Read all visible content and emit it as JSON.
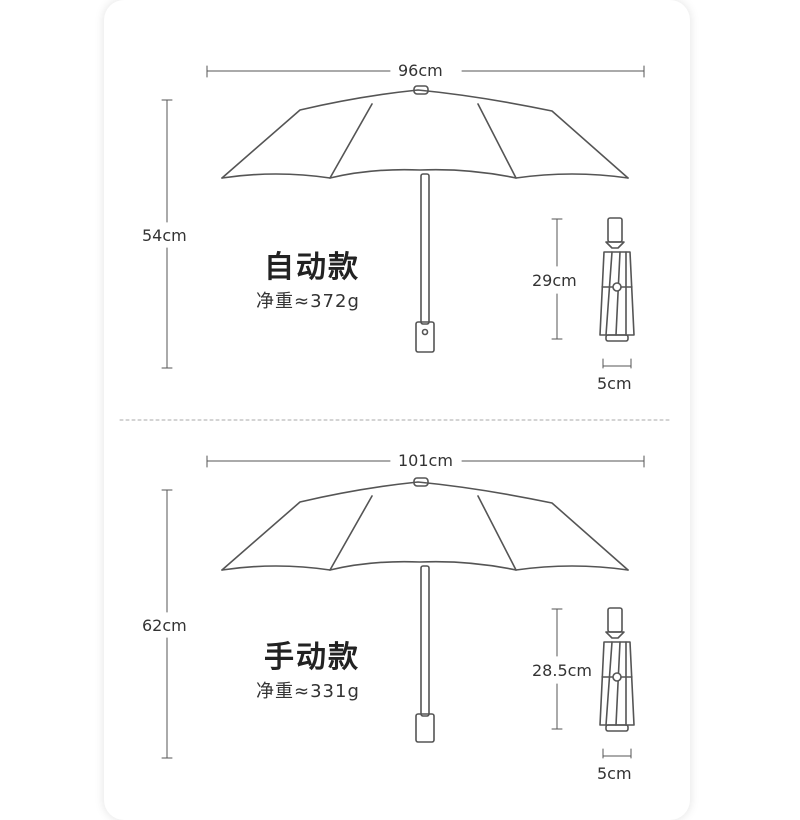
{
  "auto": {
    "width": "96cm",
    "height": "54cm",
    "title": "自动款",
    "weight": "净重≈372g",
    "folded_length": "29cm",
    "folded_width": "5cm"
  },
  "manual": {
    "width": "101cm",
    "height": "62cm",
    "title": "手动款",
    "weight": "净重≈331g",
    "folded_length": "28.5cm",
    "folded_width": "5cm"
  },
  "colors": {
    "line": "#555555",
    "divider": "#aaaaaa",
    "text": "#333333"
  }
}
